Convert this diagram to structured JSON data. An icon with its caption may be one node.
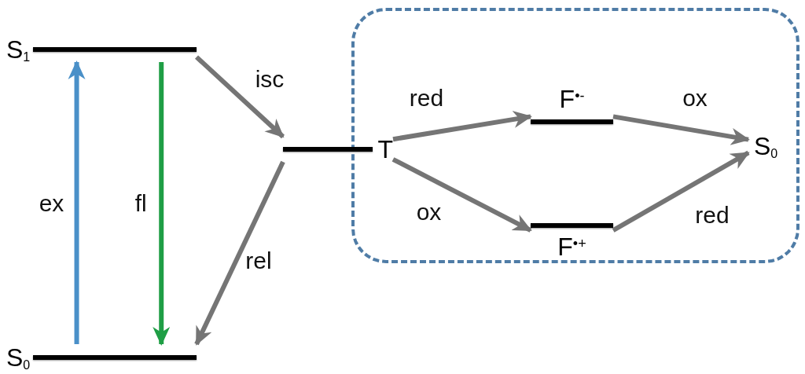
{
  "diagram": {
    "nodes": [
      {
        "text": [],
        "shape": "box"
      },
      {
        "text": [
          "S$_{1}$"
        ]
      },
      {
        "text": [
          "S$_{0}$"
        ]
      },
      {
        "text": [
          "T"
        ]
      },
      {
        "text": [
          "F$^{•-}$"
        ],
        "in": 0
      },
      {
        "text": [
          "F$^{•+}$"
        ],
        "in": 0
      },
      {
        "text": [
          "S$_{0}$"
        ],
        "in": 0
      }
    ],
    "edges": [
      {
        "from": 2,
        "to": 1,
        "arrow": "to",
        "label": "ex",
        "color": "#4a90c8"
      },
      {
        "from": 1,
        "to": 2,
        "arrow": "to",
        "label": "fl",
        "color": "#1f9e45"
      },
      {
        "from": 1,
        "to": 3,
        "arrow": "to",
        "label": "isc"
      },
      {
        "from": 3,
        "to": 2,
        "arrow": "to",
        "label": "rel"
      },
      {
        "from": 3,
        "to": 4,
        "arrow": "to",
        "label": "red"
      },
      {
        "from": 3,
        "to": 5,
        "arrow": "to",
        "label": "ox"
      },
      {
        "from": 4,
        "to": 6,
        "arrow": "to",
        "label": "ox"
      },
      {
        "from": 5,
        "to": 6,
        "arrow": "to",
        "label": "red"
      }
    ]
  }
}
